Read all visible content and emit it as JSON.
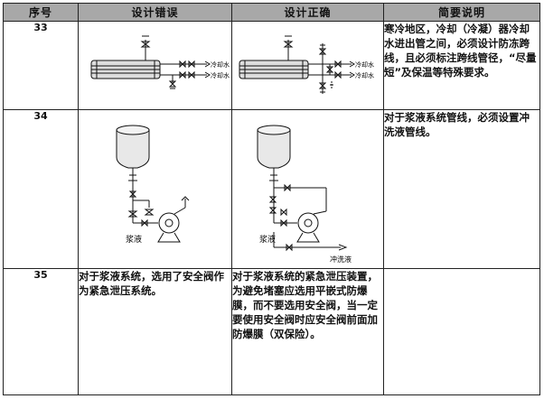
{
  "headers": {
    "no": "序号",
    "wrong": "设计错误",
    "right": "设计正确",
    "note": "简要说明"
  },
  "rows": [
    {
      "no": "33",
      "wrong_labels": {
        "top": "冷却水",
        "bottom": "冷却水"
      },
      "right_labels": {
        "top": "冷却水",
        "bottom": "冷却水"
      },
      "note": "寒冷地区，冷却（冷凝）器冷却水进出管之间，必须设计防冻跨线，且必须标注跨线管径，“尽量短”及保温等特殊要求。"
    },
    {
      "no": "34",
      "wrong_labels": {
        "slurry": "浆液"
      },
      "right_labels": {
        "slurry": "浆液",
        "flush": "冲洗液"
      },
      "note": "对于浆液系统管线，必须设置冲洗液管线。"
    },
    {
      "no": "35",
      "wrong_text": "对于浆液系统，选用了安全阀作为紧急泄压系统。",
      "right_text": "对于浆液系统的紧急泄压装置，为避免堵塞应选用平嵌式防爆膜，而不要选用安全阀，当一定要使用安全阀时应安全阀前面加防爆膜（双保险）。",
      "note": ""
    }
  ]
}
